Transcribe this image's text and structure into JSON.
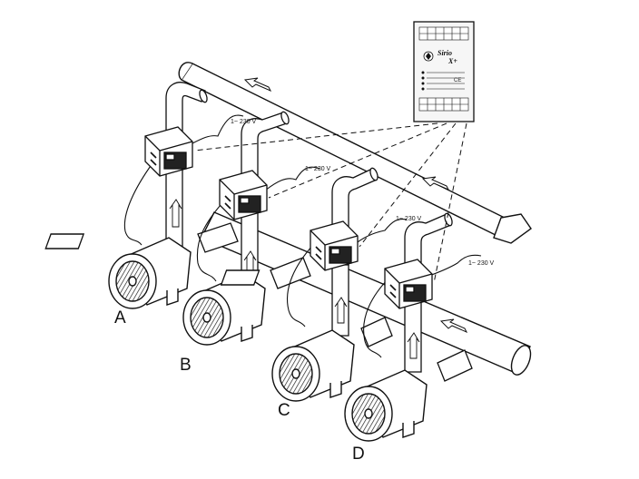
{
  "pumps": [
    {
      "label": "A",
      "voltage": "1~ 230 V"
    },
    {
      "label": "B",
      "voltage": "1~ 230 V"
    },
    {
      "label": "C",
      "voltage": "1~ 230 V"
    },
    {
      "label": "D",
      "voltage": "1~ 230 V"
    }
  ],
  "panel": {
    "brand_line1": "Sirio",
    "brand_line2": "X+",
    "ce_mark": "CE"
  },
  "colors": {
    "stroke": "#111111",
    "background": "#ffffff",
    "panel_fill": "#f6f6f6"
  }
}
